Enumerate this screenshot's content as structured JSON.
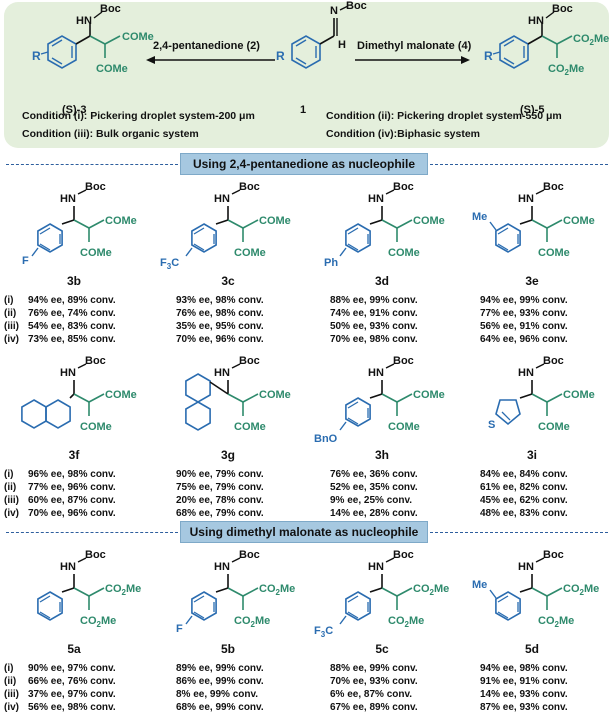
{
  "scheme": {
    "imine_label": "1",
    "reagent_left": "2,4-pentanedione (2)",
    "reagent_right": "Dimethyl malonate (4)",
    "product_left": "(S)-3",
    "product_right": "(S)-5",
    "conditions": [
      "Condition (i): Pickering droplet system-200 μm",
      "Condition (ii): Pickering droplet system-550 μm",
      "Condition (iii): Bulk organic system",
      "Condition (iv):Biphasic system"
    ]
  },
  "sections": [
    {
      "title": "Using 2,4-pentanedione as nucleophile",
      "rows": [
        {
          "compounds": [
            {
              "id": "3b",
              "substituent": "F",
              "results": [
                "94% ee, 89% conv.",
                "76% ee, 74% conv.",
                "54% ee, 83% conv.",
                "73% ee, 85% conv."
              ]
            },
            {
              "id": "3c",
              "substituent": "F3C",
              "results": [
                "93% ee, 98% conv.",
                "76% ee, 98% conv.",
                "35% ee, 95% conv.",
                "70% ee, 96% conv."
              ]
            },
            {
              "id": "3d",
              "substituent": "Ph",
              "results": [
                "88% ee, 99% conv.",
                "74% ee, 91% conv.",
                "50% ee, 93% conv.",
                "70% ee, 98% conv."
              ]
            },
            {
              "id": "3e",
              "substituent": "Me",
              "results": [
                "94% ee, 99% conv.",
                "77% ee, 93% conv.",
                "56% ee, 91% conv.",
                "64% ee, 96% conv."
              ]
            }
          ]
        },
        {
          "compounds": [
            {
              "id": "3f",
              "substituent": "",
              "results": [
                "96% ee, 98% conv.",
                "77% ee, 96% conv.",
                "60% ee, 87% conv.",
                "70% ee, 96% conv."
              ]
            },
            {
              "id": "3g",
              "substituent": "",
              "results": [
                "90% ee, 79% conv.",
                "75% ee, 79% conv.",
                "20% ee, 78% conv.",
                "68% ee, 79% conv."
              ]
            },
            {
              "id": "3h",
              "substituent": "BnO",
              "results": [
                "76% ee, 36% conv.",
                "52% ee, 35% conv.",
                "9% ee, 25% conv.",
                "14% ee, 28% conv."
              ]
            },
            {
              "id": "3i",
              "substituent": "S",
              "results": [
                "84% ee, 84% conv.",
                "61% ee, 82% conv.",
                "45% ee, 62% conv.",
                "48% ee, 83% conv."
              ]
            }
          ]
        }
      ]
    },
    {
      "title": "Using dimethyl malonate as nucleophile",
      "rows": [
        {
          "compounds": [
            {
              "id": "5a",
              "substituent": "",
              "results": [
                "90% ee, 97% conv.",
                "66% ee, 76% conv.",
                "37% ee, 97% conv.",
                "56% ee, 98% conv."
              ]
            },
            {
              "id": "5b",
              "substituent": "F",
              "results": [
                "89% ee, 99% conv.",
                "86% ee, 99% conv.",
                "8% ee, 99% conv.",
                "68% ee, 99% conv."
              ]
            },
            {
              "id": "5c",
              "substituent": "F3C",
              "results": [
                "88% ee, 99% conv.",
                "70% ee, 93% conv.",
                "6% ee, 87% conv.",
                "67% ee, 89% conv."
              ]
            },
            {
              "id": "5d",
              "substituent": "Me",
              "results": [
                "94% ee, 98% conv.",
                "91% ee, 91% conv.",
                "14% ee, 93% conv.",
                "87% ee, 93% conv."
              ]
            }
          ]
        }
      ]
    }
  ],
  "row_labels": [
    "(i)",
    "(ii)",
    "(iii)",
    "(iv)"
  ],
  "colors": {
    "header_bg": "#e4efdc",
    "banner_bg": "#a6c8e0",
    "dash": "#2e5f9e",
    "green": "#2e8a6c",
    "blue": "#2a6cb0"
  }
}
